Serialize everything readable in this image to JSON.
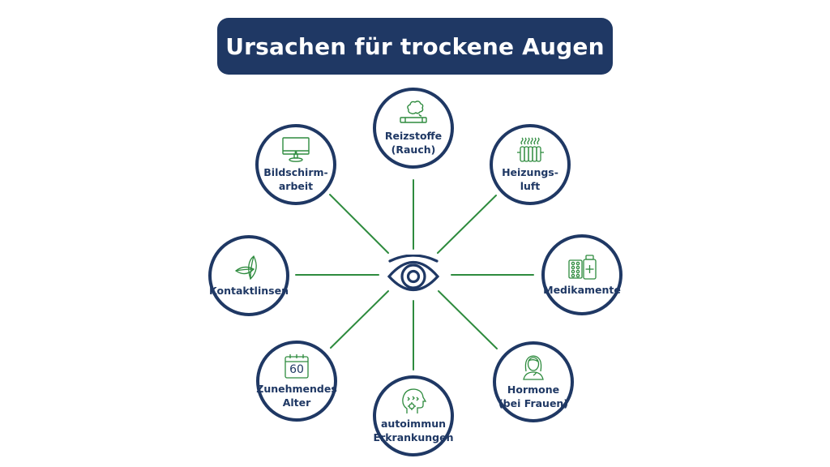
{
  "title": "Ursachen für trockene Augen",
  "colors": {
    "navy": "#1f3864",
    "green": "#2e8b3e",
    "background": "#ffffff"
  },
  "center": {
    "icon": "eye-icon"
  },
  "nodes": [
    {
      "id": "reizstoffe",
      "label": "Reizstoffe\n(Rauch)",
      "icon": "cigarette-smoke-icon"
    },
    {
      "id": "heizungsluft",
      "label": "Heizungs-\nluft",
      "icon": "radiator-icon"
    },
    {
      "id": "medikamente",
      "label": "Medikamente",
      "icon": "medication-icon"
    },
    {
      "id": "hormone",
      "label": "Hormone\n(bei Frauen)",
      "icon": "woman-icon"
    },
    {
      "id": "autoimmun",
      "label": "autoimmun\nErkrankungen",
      "icon": "head-virus-icon"
    },
    {
      "id": "alter",
      "label": "Zunehmendes\nAlter",
      "icon": "calendar-icon",
      "icon_text": "60"
    },
    {
      "id": "kontaktlinsen",
      "label": "Kontaktlinsen",
      "icon": "contact-lens-icon"
    },
    {
      "id": "bildschirm",
      "label": "Bildschirm-\narbeit",
      "icon": "monitor-icon"
    }
  ]
}
